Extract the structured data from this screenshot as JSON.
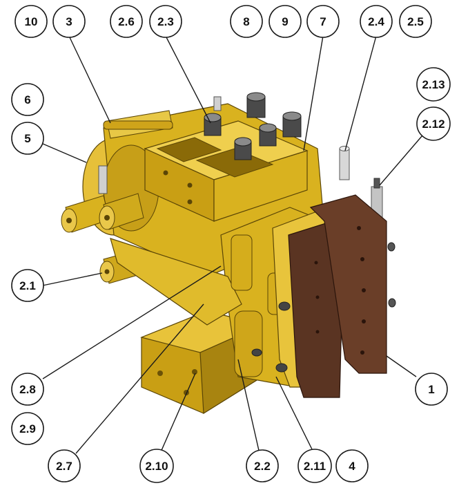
{
  "colors": {
    "body_gold": "#d9b21f",
    "body_dark": "#a07e0c",
    "body_light": "#f2d35a",
    "pad_brown": "#5a3422",
    "pad_dark": "#3b2016",
    "bolt_gray": "#5e5e5e",
    "pin_gray": "#c9c9c9"
  },
  "callouts": [
    {
      "id": "c-10",
      "label": "10"
    },
    {
      "id": "c-3",
      "label": "3"
    },
    {
      "id": "c-2-6",
      "label": "2.6"
    },
    {
      "id": "c-2-3",
      "label": "2.3"
    },
    {
      "id": "c-8",
      "label": "8"
    },
    {
      "id": "c-9",
      "label": "9"
    },
    {
      "id": "c-7",
      "label": "7"
    },
    {
      "id": "c-2-4",
      "label": "2.4"
    },
    {
      "id": "c-2-5",
      "label": "2.5"
    },
    {
      "id": "c-6",
      "label": "6"
    },
    {
      "id": "c-5",
      "label": "5"
    },
    {
      "id": "c-2-13",
      "label": "2.13"
    },
    {
      "id": "c-2-12",
      "label": "2.12"
    },
    {
      "id": "c-2-1",
      "label": "2.1"
    },
    {
      "id": "c-2-8",
      "label": "2.8"
    },
    {
      "id": "c-2-9",
      "label": "2.9"
    },
    {
      "id": "c-1",
      "label": "1"
    },
    {
      "id": "c-2-7",
      "label": "2.7"
    },
    {
      "id": "c-2-10",
      "label": "2.10"
    },
    {
      "id": "c-2-2",
      "label": "2.2"
    },
    {
      "id": "c-2-11",
      "label": "2.11"
    },
    {
      "id": "c-4",
      "label": "4"
    }
  ]
}
